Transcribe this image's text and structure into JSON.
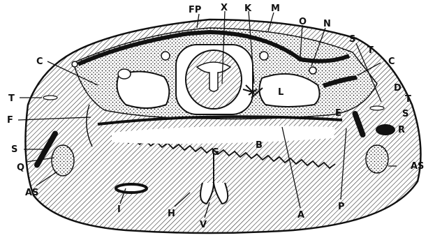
{
  "labels": {
    "FP": "FP",
    "X": "X",
    "K": "K",
    "M": "M",
    "O": "O",
    "N": "N",
    "S_top": "S",
    "T_top": "T",
    "C_right": "C",
    "C_left": "C",
    "D": "D",
    "T_right": "T",
    "S_right": "S",
    "R": "R",
    "E": "E",
    "L": "L",
    "T_left": "T",
    "F": "F",
    "S_left": "S",
    "Q": "Q",
    "B": "B",
    "G": "G",
    "AS_left": "AS",
    "AS_right": "AS",
    "I": "I",
    "H": "H",
    "V": "V",
    "A": "A",
    "P": "P"
  },
  "colors": {
    "ink": "#111111",
    "paper": "#ffffff"
  }
}
